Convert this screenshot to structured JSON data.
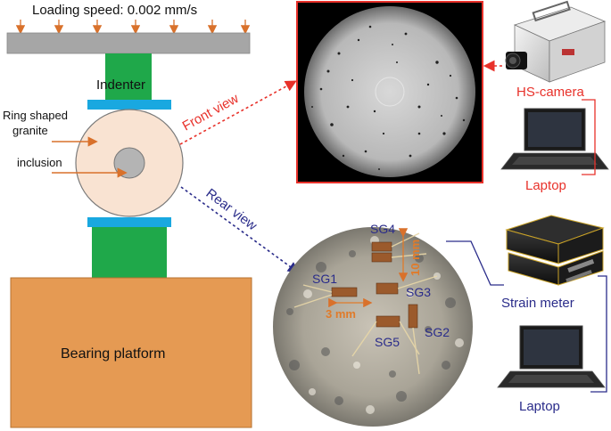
{
  "loading_speed_label": "Loading speed: 0.002 mm/s",
  "indenter_label": "Indenter",
  "ring_label_line1": "Ring shaped",
  "ring_label_line2": "granite",
  "inclusion_label": "inclusion",
  "front_view_label": "Front view",
  "rear_view_label": "Rear view",
  "hs_camera_label": "HS-camera",
  "laptop_top_label": "Laptop",
  "strain_meter_label": "Strain meter",
  "laptop_bottom_label": "Laptop",
  "bearing_platform_label": "Bearing platform",
  "gauges": {
    "sg1": "SG1",
    "sg2": "SG2",
    "sg3": "SG3",
    "sg4": "SG4",
    "sg5": "SG5"
  },
  "dim_3mm": "3 mm",
  "dim_10mm": "10 mm",
  "colors": {
    "orange_arrow": "#d9712b",
    "red_dashed": "#e8312a",
    "blue_dashed": "#2a2c8a",
    "indenter_green": "#1fa84a",
    "plate_blue": "#19a8e0",
    "platform_orange": "#e59a53",
    "ring_fill": "#f9e3d2",
    "inclusion_gray": "#b4b4b4",
    "bar_gray": "#a6a6a6",
    "red_label": "#e8312a",
    "blue_label": "#2a2c8a",
    "dim_orange": "#e07b2a"
  }
}
